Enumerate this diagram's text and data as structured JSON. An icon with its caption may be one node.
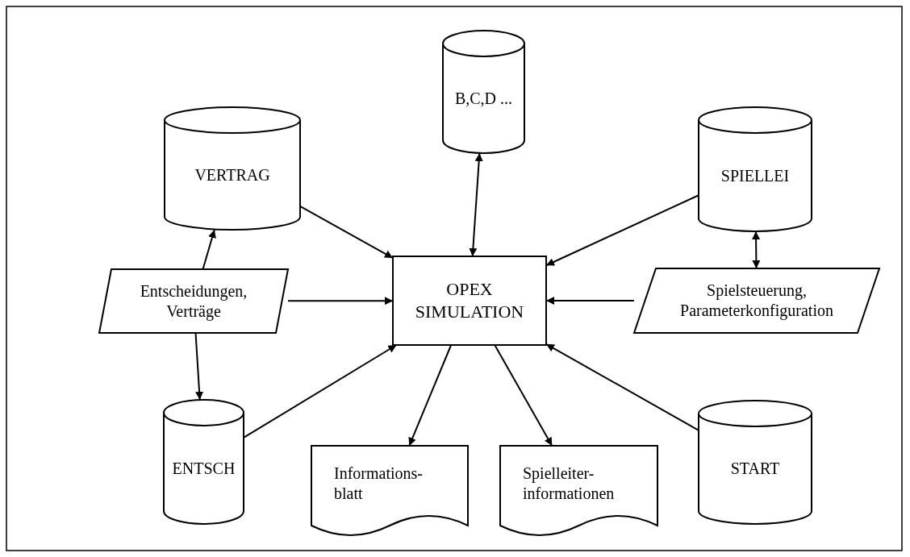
{
  "diagram": {
    "nodes": [
      {
        "text": [
          "B,C,D ..."
        ]
      },
      {
        "text": [
          "VERTRAG"
        ]
      },
      {
        "text": [
          "SPIELLEI"
        ]
      },
      {
        "text": [
          "Entscheidungen, Verträge"
        ]
      },
      {
        "text": [
          "OPEX SIMULATION"
        ]
      },
      {
        "text": [
          "Spielsteuerung, Parameterkonfiguration"
        ]
      },
      {
        "text": [
          "ENTSCH"
        ]
      },
      {
        "text": [
          "Informations- blatt"
        ]
      },
      {
        "text": [
          "Spielleiter- informationen"
        ]
      },
      {
        "text": [
          "START"
        ]
      }
    ],
    "edges": [
      {
        "from": 0,
        "to": 4,
        "arrow": "both"
      },
      {
        "from": 1,
        "to": 4,
        "arrow": "to"
      },
      {
        "from": 2,
        "to": 4,
        "arrow": "to"
      },
      {
        "from": 3,
        "to": 1,
        "arrow": "to"
      },
      {
        "from": 3,
        "to": 4,
        "arrow": "to"
      },
      {
        "from": 5,
        "to": 4,
        "arrow": "to"
      },
      {
        "from": 2,
        "to": 5,
        "arrow": "both"
      },
      {
        "from": 3,
        "to": 6,
        "arrow": "to"
      },
      {
        "from": 6,
        "to": 4,
        "arrow": "to"
      },
      {
        "from": 9,
        "to": 4,
        "arrow": "to"
      },
      {
        "from": 4,
        "to": 7,
        "arrow": "to"
      },
      {
        "from": 4,
        "to": 8,
        "arrow": "to"
      }
    ]
  }
}
